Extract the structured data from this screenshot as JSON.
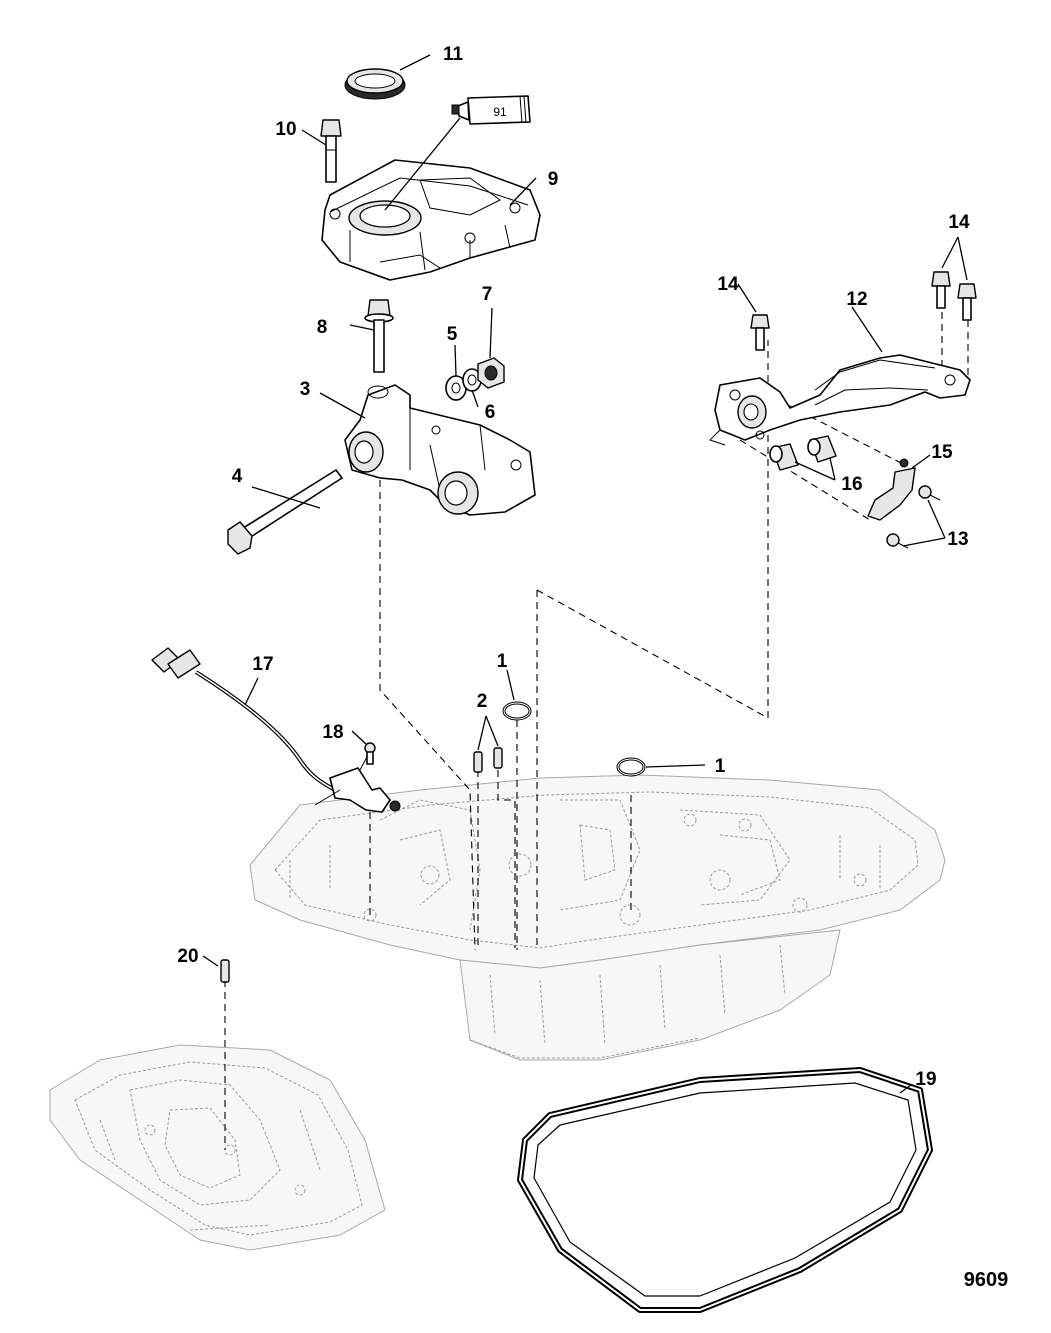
{
  "callouts": {
    "c1a": "1",
    "c1b": "1",
    "c2": "2",
    "c3": "3",
    "c4": "4",
    "c5": "5",
    "c6": "6",
    "c7": "7",
    "c8": "8",
    "c9": "9",
    "c10": "10",
    "c11": "11",
    "c12": "12",
    "c13": "13",
    "c14a": "14",
    "c14b": "14",
    "c15": "15",
    "c16": "16",
    "c17": "17",
    "c18": "18",
    "c19": "19",
    "c20": "20"
  },
  "sealant_tube_label": "91",
  "figure_number": "9609"
}
